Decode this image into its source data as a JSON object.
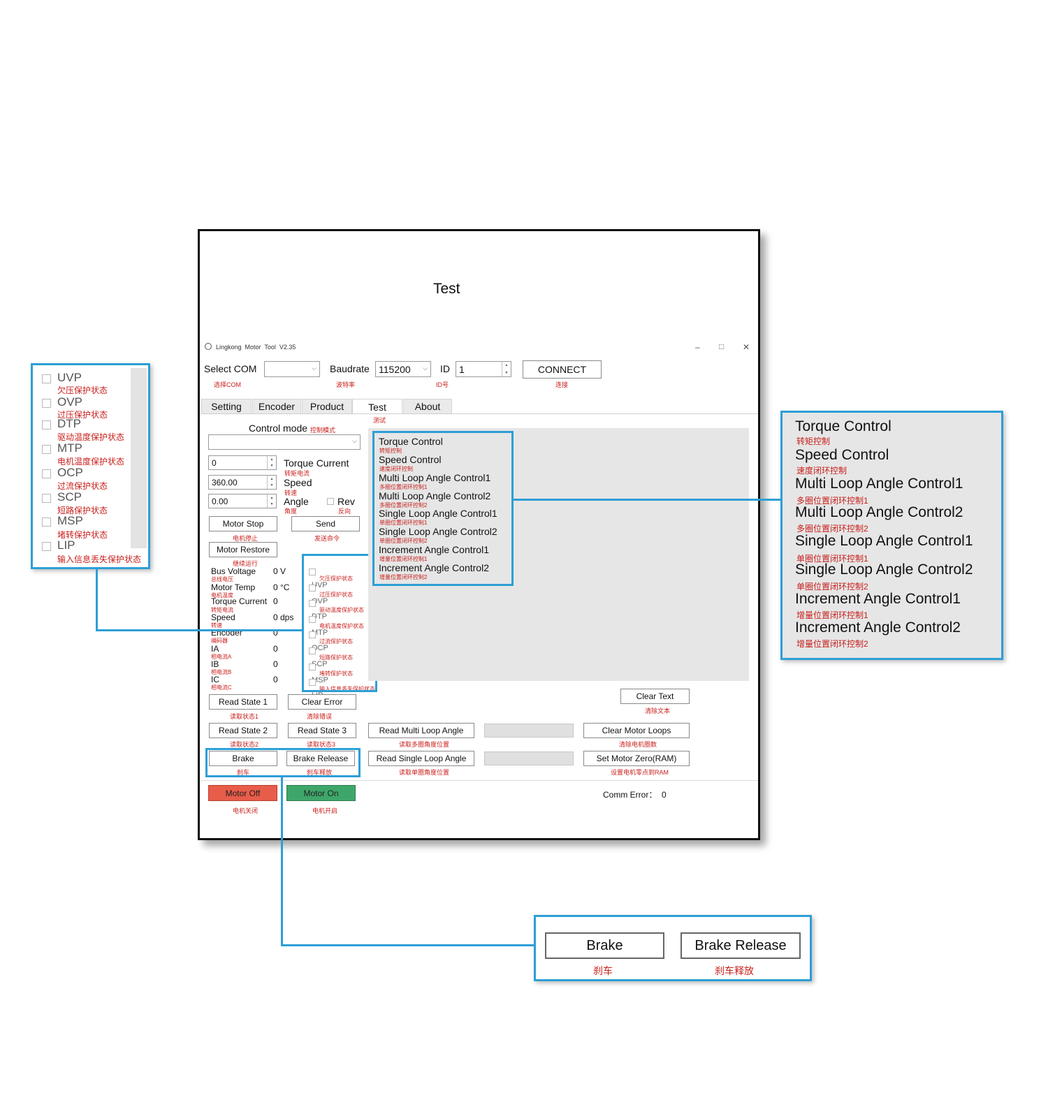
{
  "window": {
    "heading": "Test",
    "app_title": "Lingkong  Motor  Tool  V2.35",
    "controls": {
      "minimize": "–",
      "maximize": "□",
      "close": "✕"
    }
  },
  "connection": {
    "select_com": "Select COM",
    "select_com_cn": "选择COM",
    "com_value": "",
    "baudrate": "Baudrate",
    "baudrate_cn": "波特率",
    "baudrate_value": "115200",
    "id": "ID",
    "id_cn": "ID号",
    "id_value": "1",
    "connect": "CONNECT",
    "connect_cn": "连接"
  },
  "tabs": [
    {
      "label": "Setting"
    },
    {
      "label": "Encoder"
    },
    {
      "label": "Product"
    },
    {
      "label": "Test",
      "cn": "测试",
      "active": true
    },
    {
      "label": "About"
    }
  ],
  "control": {
    "mode_label": "Control mode",
    "mode_cn": "控制模式",
    "mode_value": "",
    "torque_value": "0",
    "torque_label": "Torque Current",
    "torque_cn": "转矩电流",
    "speed_value": "360.00",
    "speed_label": "Speed",
    "speed_cn": "转速",
    "angle_value": "0.00",
    "angle_label": "Angle",
    "angle_cn": "角度",
    "rev_label": "Rev",
    "rev_cn": "反向",
    "motor_stop": "Motor Stop",
    "motor_stop_cn": "电机停止",
    "send": "Send",
    "send_cn": "发送命令",
    "motor_restore": "Motor Restore",
    "motor_restore_cn": "继续运行"
  },
  "readouts": [
    {
      "label": "Bus Voltage",
      "cn": "总线电压",
      "value": "0 V"
    },
    {
      "label": "Motor Temp",
      "cn": "电机温度",
      "value": "0 °C"
    },
    {
      "label": "Torque Current",
      "cn": "转矩电流",
      "value": "0"
    },
    {
      "label": "Speed",
      "cn": "转速",
      "value": "0 dps"
    },
    {
      "label": "Encoder",
      "cn": "编码器",
      "value": "0"
    },
    {
      "label": "IA",
      "cn": "相电流A",
      "value": "0"
    },
    {
      "label": "IB",
      "cn": "相电流B",
      "value": "0"
    },
    {
      "label": "IC",
      "cn": "相电流C",
      "value": "0"
    }
  ],
  "protections": [
    {
      "code": "UVP",
      "cn": "欠压保护状态"
    },
    {
      "code": "OVP",
      "cn": "过压保护状态"
    },
    {
      "code": "DTP",
      "cn": "驱动温度保护状态"
    },
    {
      "code": "MTP",
      "cn": "电机温度保护状态"
    },
    {
      "code": "OCP",
      "cn": "过流保护状态"
    },
    {
      "code": "SCP",
      "cn": "短路保护状态"
    },
    {
      "code": "MSP",
      "cn": "堵转保护状态"
    },
    {
      "code": "LIP",
      "cn": "输入信息丢失保护状态"
    }
  ],
  "modes": [
    {
      "label": "Torque Control",
      "cn": "转矩控制"
    },
    {
      "label": "Speed Control",
      "cn": "速度闭环控制"
    },
    {
      "label": "Multi Loop Angle Control1",
      "cn": "多圈位置闭环控制1"
    },
    {
      "label": "Multi Loop Angle Control2",
      "cn": "多圈位置闭环控制2"
    },
    {
      "label": "Single Loop Angle Control1",
      "cn": "单圈位置闭环控制1"
    },
    {
      "label": "Single Loop Angle Control2",
      "cn": "单圈位置闭环控制2"
    },
    {
      "label": "Increment Angle Control1",
      "cn": "增量位置闭环控制1"
    },
    {
      "label": "Increment Angle Control2",
      "cn": "增量位置闭环控制2"
    }
  ],
  "buttons": {
    "read_state_1": "Read State 1",
    "read_state_1_cn": "读取状态1",
    "clear_error": "Clear Error",
    "clear_error_cn": "清除错误",
    "read_state_2": "Read State 2",
    "read_state_2_cn": "读取状态2",
    "read_state_3": "Read State 3",
    "read_state_3_cn": "读取状态3",
    "brake": "Brake",
    "brake_cn": "刹车",
    "brake_release": "Brake Release",
    "brake_release_cn": "刹车释放",
    "read_multi": "Read Multi Loop Angle",
    "read_multi_cn": "读取多圈角度位置",
    "read_single": "Read Single Loop Angle",
    "read_single_cn": "读取单圈角度位置",
    "clear_text": "Clear Text",
    "clear_text_cn": "清除文本",
    "clear_loops": "Clear Motor Loops",
    "clear_loops_cn": "清除电机圈数",
    "set_zero": "Set Motor Zero(RAM)",
    "set_zero_cn": "设置电机零点到RAM",
    "motor_off": "Motor Off",
    "motor_off_cn": "电机关闭",
    "motor_on": "Motor On",
    "motor_on_cn": "电机开启"
  },
  "status": {
    "comm_error": "Comm Error：  0"
  },
  "colors": {
    "accent": "#2d9fd6",
    "motor_off": "#e85c4a",
    "motor_on": "#3fa66a",
    "cn_text": "#c8201c"
  }
}
